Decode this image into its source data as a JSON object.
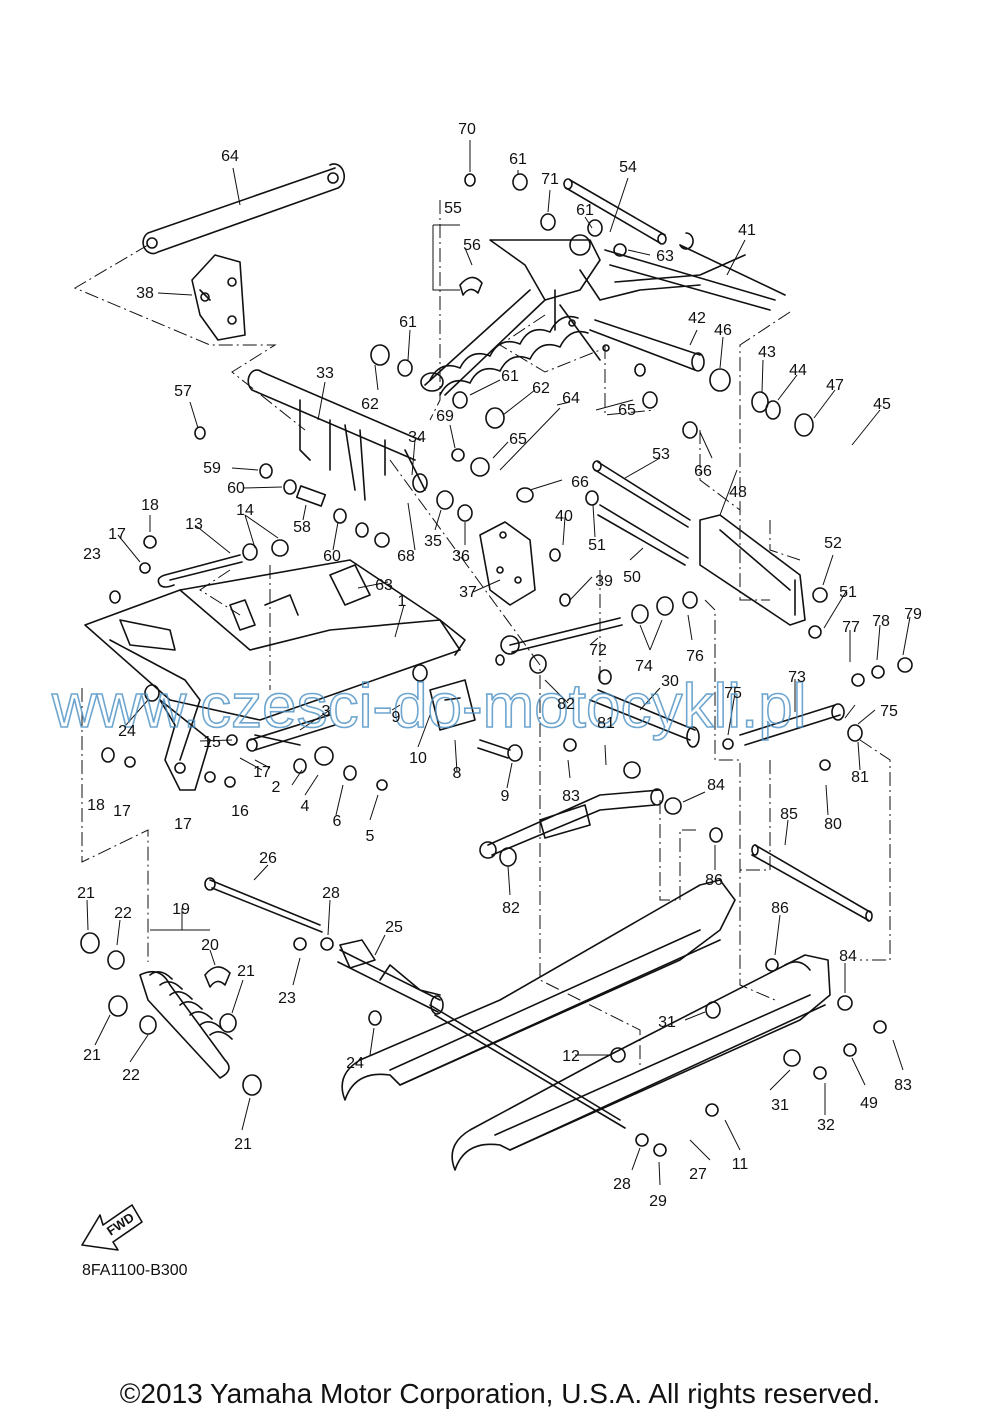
{
  "diagram": {
    "part_code": "8FA1100-B300",
    "fwd_label": "FWD",
    "watermark": "www.czesci-do-motocykli.pl",
    "copyright": "©2013 Yamaha Motor Corporation, U.S.A. All rights reserved.",
    "callouts": [
      "64",
      "70",
      "61",
      "71",
      "54",
      "55",
      "56",
      "61",
      "63",
      "41",
      "38",
      "42",
      "46",
      "61",
      "33",
      "61",
      "62",
      "43",
      "44",
      "47",
      "45",
      "57",
      "69",
      "62",
      "65",
      "64",
      "65",
      "66",
      "34",
      "59",
      "60",
      "66",
      "53",
      "58",
      "68",
      "60",
      "35",
      "36",
      "40",
      "51",
      "48",
      "18",
      "14",
      "13",
      "17",
      "23",
      "63",
      "37",
      "39",
      "50",
      "52",
      "51",
      "1",
      "77",
      "78",
      "79",
      "72",
      "74",
      "76",
      "73",
      "75",
      "24",
      "3",
      "9",
      "10",
      "82",
      "30",
      "75",
      "81",
      "15",
      "17",
      "2",
      "4",
      "6",
      "81",
      "83",
      "80",
      "18",
      "17",
      "17",
      "16",
      "8",
      "9",
      "5",
      "84",
      "82",
      "85",
      "26",
      "86",
      "86",
      "21",
      "22",
      "28",
      "19",
      "20",
      "25",
      "21",
      "23",
      "84",
      "31",
      "21",
      "12",
      "24",
      "22",
      "83",
      "49",
      "31",
      "32",
      "11",
      "21",
      "28",
      "27",
      "29"
    ]
  }
}
